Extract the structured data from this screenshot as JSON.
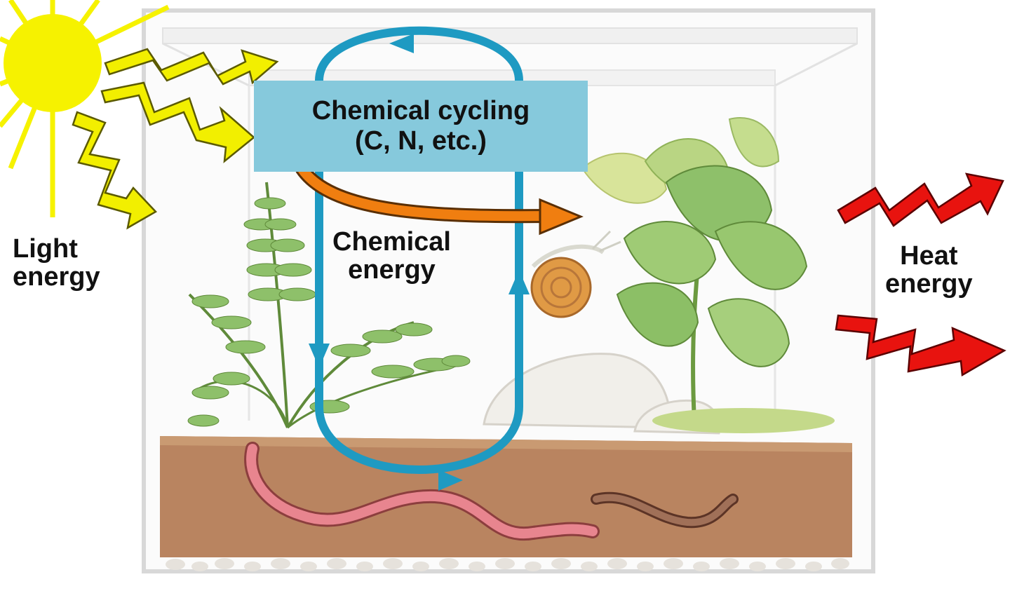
{
  "labels": {
    "light": [
      "Light",
      "energy"
    ],
    "heat": [
      "Heat",
      "energy"
    ],
    "chemical_energy": [
      "Chemical",
      "energy"
    ],
    "chemical_cycling": [
      "Chemical cycling",
      "(C, N, etc.)"
    ]
  },
  "colors": {
    "sun": "#f6f200",
    "light_arrows": "#f2ef00",
    "heat_arrows": "#e8130f",
    "cycle_loop": "#1e9ac2",
    "energy_flow_arrow": "#f07e10",
    "box_fill": "#86c9dc",
    "soil": "#b98460",
    "foliage": "#8ec06a"
  },
  "icons": {
    "sun": "sun-icon",
    "light_arrows": "zigzag-arrow-icon",
    "heat_arrows": "zigzag-arrow-icon",
    "organisms": [
      "fern",
      "snail",
      "broadleaf-plant",
      "earthworm"
    ]
  }
}
